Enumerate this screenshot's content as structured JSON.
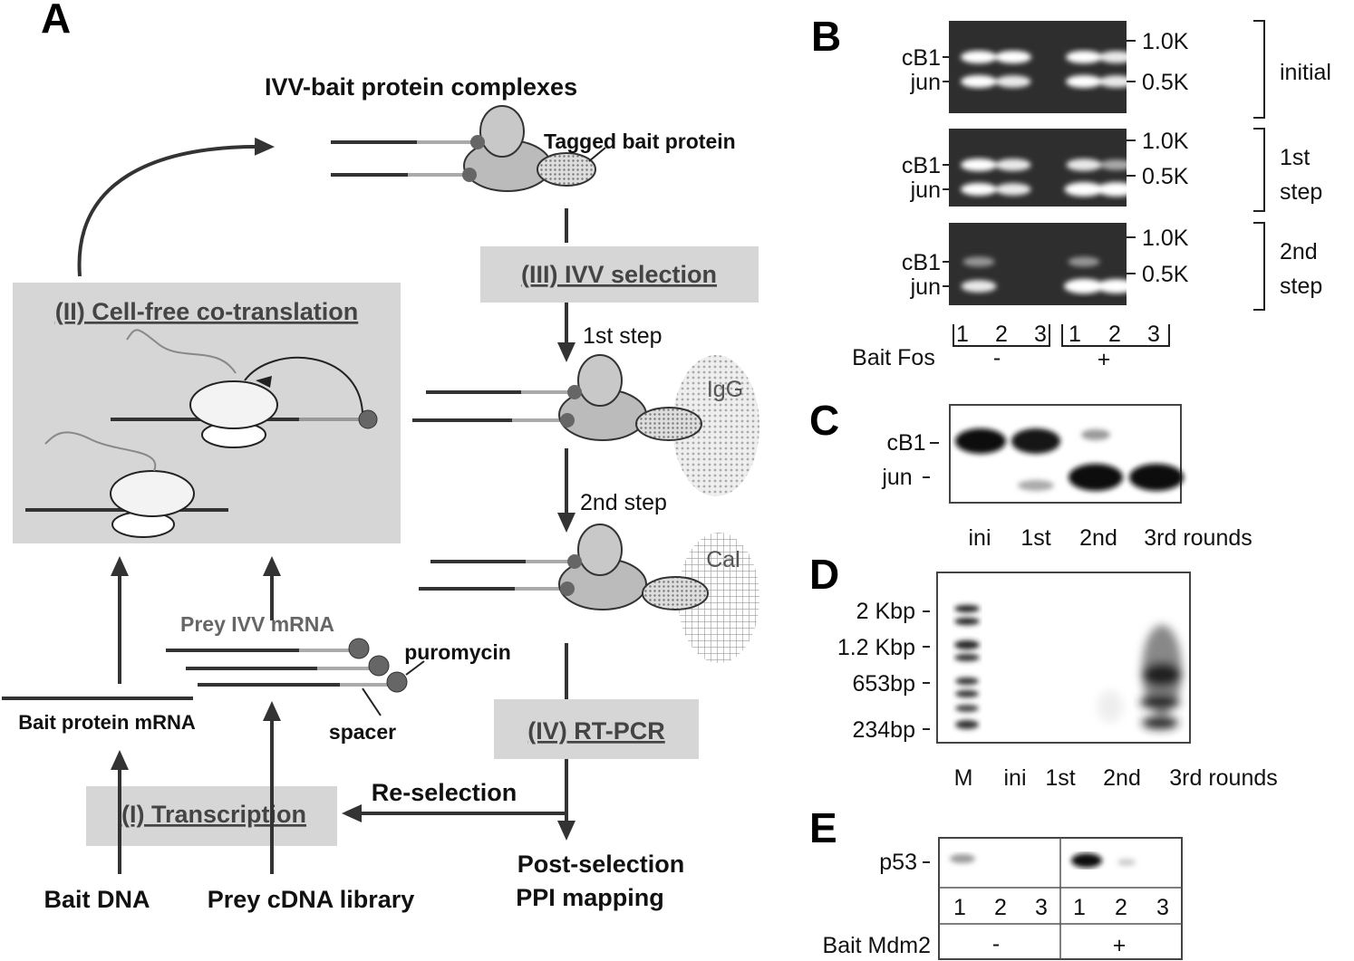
{
  "panel_a": {
    "letter": "A",
    "complexes_title": "IVV-bait protein complexes",
    "tagged_bait": "Tagged bait protein",
    "step2_box": "(II) Cell-free co-translation",
    "step3_box": "(III) IVV selection",
    "step1_label": "1st step",
    "step2_label": "2nd step",
    "igg": "IgG",
    "cal": "Cal",
    "step4_box": "(IV) RT-PCR",
    "post_selection": "Post-selection",
    "ppi_mapping": "PPI mapping",
    "reselection": "Re-selection",
    "step1_box": "(I) Transcription",
    "bait_dna": "Bait DNA",
    "prey_library": "Prey cDNA library",
    "bait_mrna": "Bait protein mRNA",
    "prey_mrna": "Prey IVV mRNA",
    "puromycin": "puromycin",
    "spacer": "spacer"
  },
  "panel_b": {
    "letter": "B",
    "band_labels": [
      "cB1",
      "jun"
    ],
    "size_markers": [
      "1.0K",
      "0.5K"
    ],
    "rows": [
      {
        "label_1": "initial",
        "label_2": ""
      },
      {
        "label_1": "1st",
        "label_2": "step"
      },
      {
        "label_1": "2nd",
        "label_2": "step"
      }
    ],
    "lanes": [
      "1",
      "2",
      "3",
      "1",
      "2",
      "3"
    ],
    "bait_label": "Bait Fos",
    "bait_minus": "-",
    "bait_plus": "+"
  },
  "panel_c": {
    "letter": "C",
    "band_labels": [
      "cB1",
      "jun"
    ],
    "lanes": [
      "ini",
      "1st",
      "2nd",
      "3rd rounds"
    ]
  },
  "panel_d": {
    "letter": "D",
    "markers": [
      "2 Kbp",
      "1.2 Kbp",
      "653bp",
      "234bp"
    ],
    "lanes": [
      "M",
      "ini",
      "1st",
      "2nd",
      "3rd rounds"
    ]
  },
  "panel_e": {
    "letter": "E",
    "band_label": "p53",
    "lanes": [
      "1",
      "2",
      "3",
      "1",
      "2",
      "3"
    ],
    "bait_label": "Bait Mdm2",
    "bait_minus": "-",
    "bait_plus": "+"
  }
}
